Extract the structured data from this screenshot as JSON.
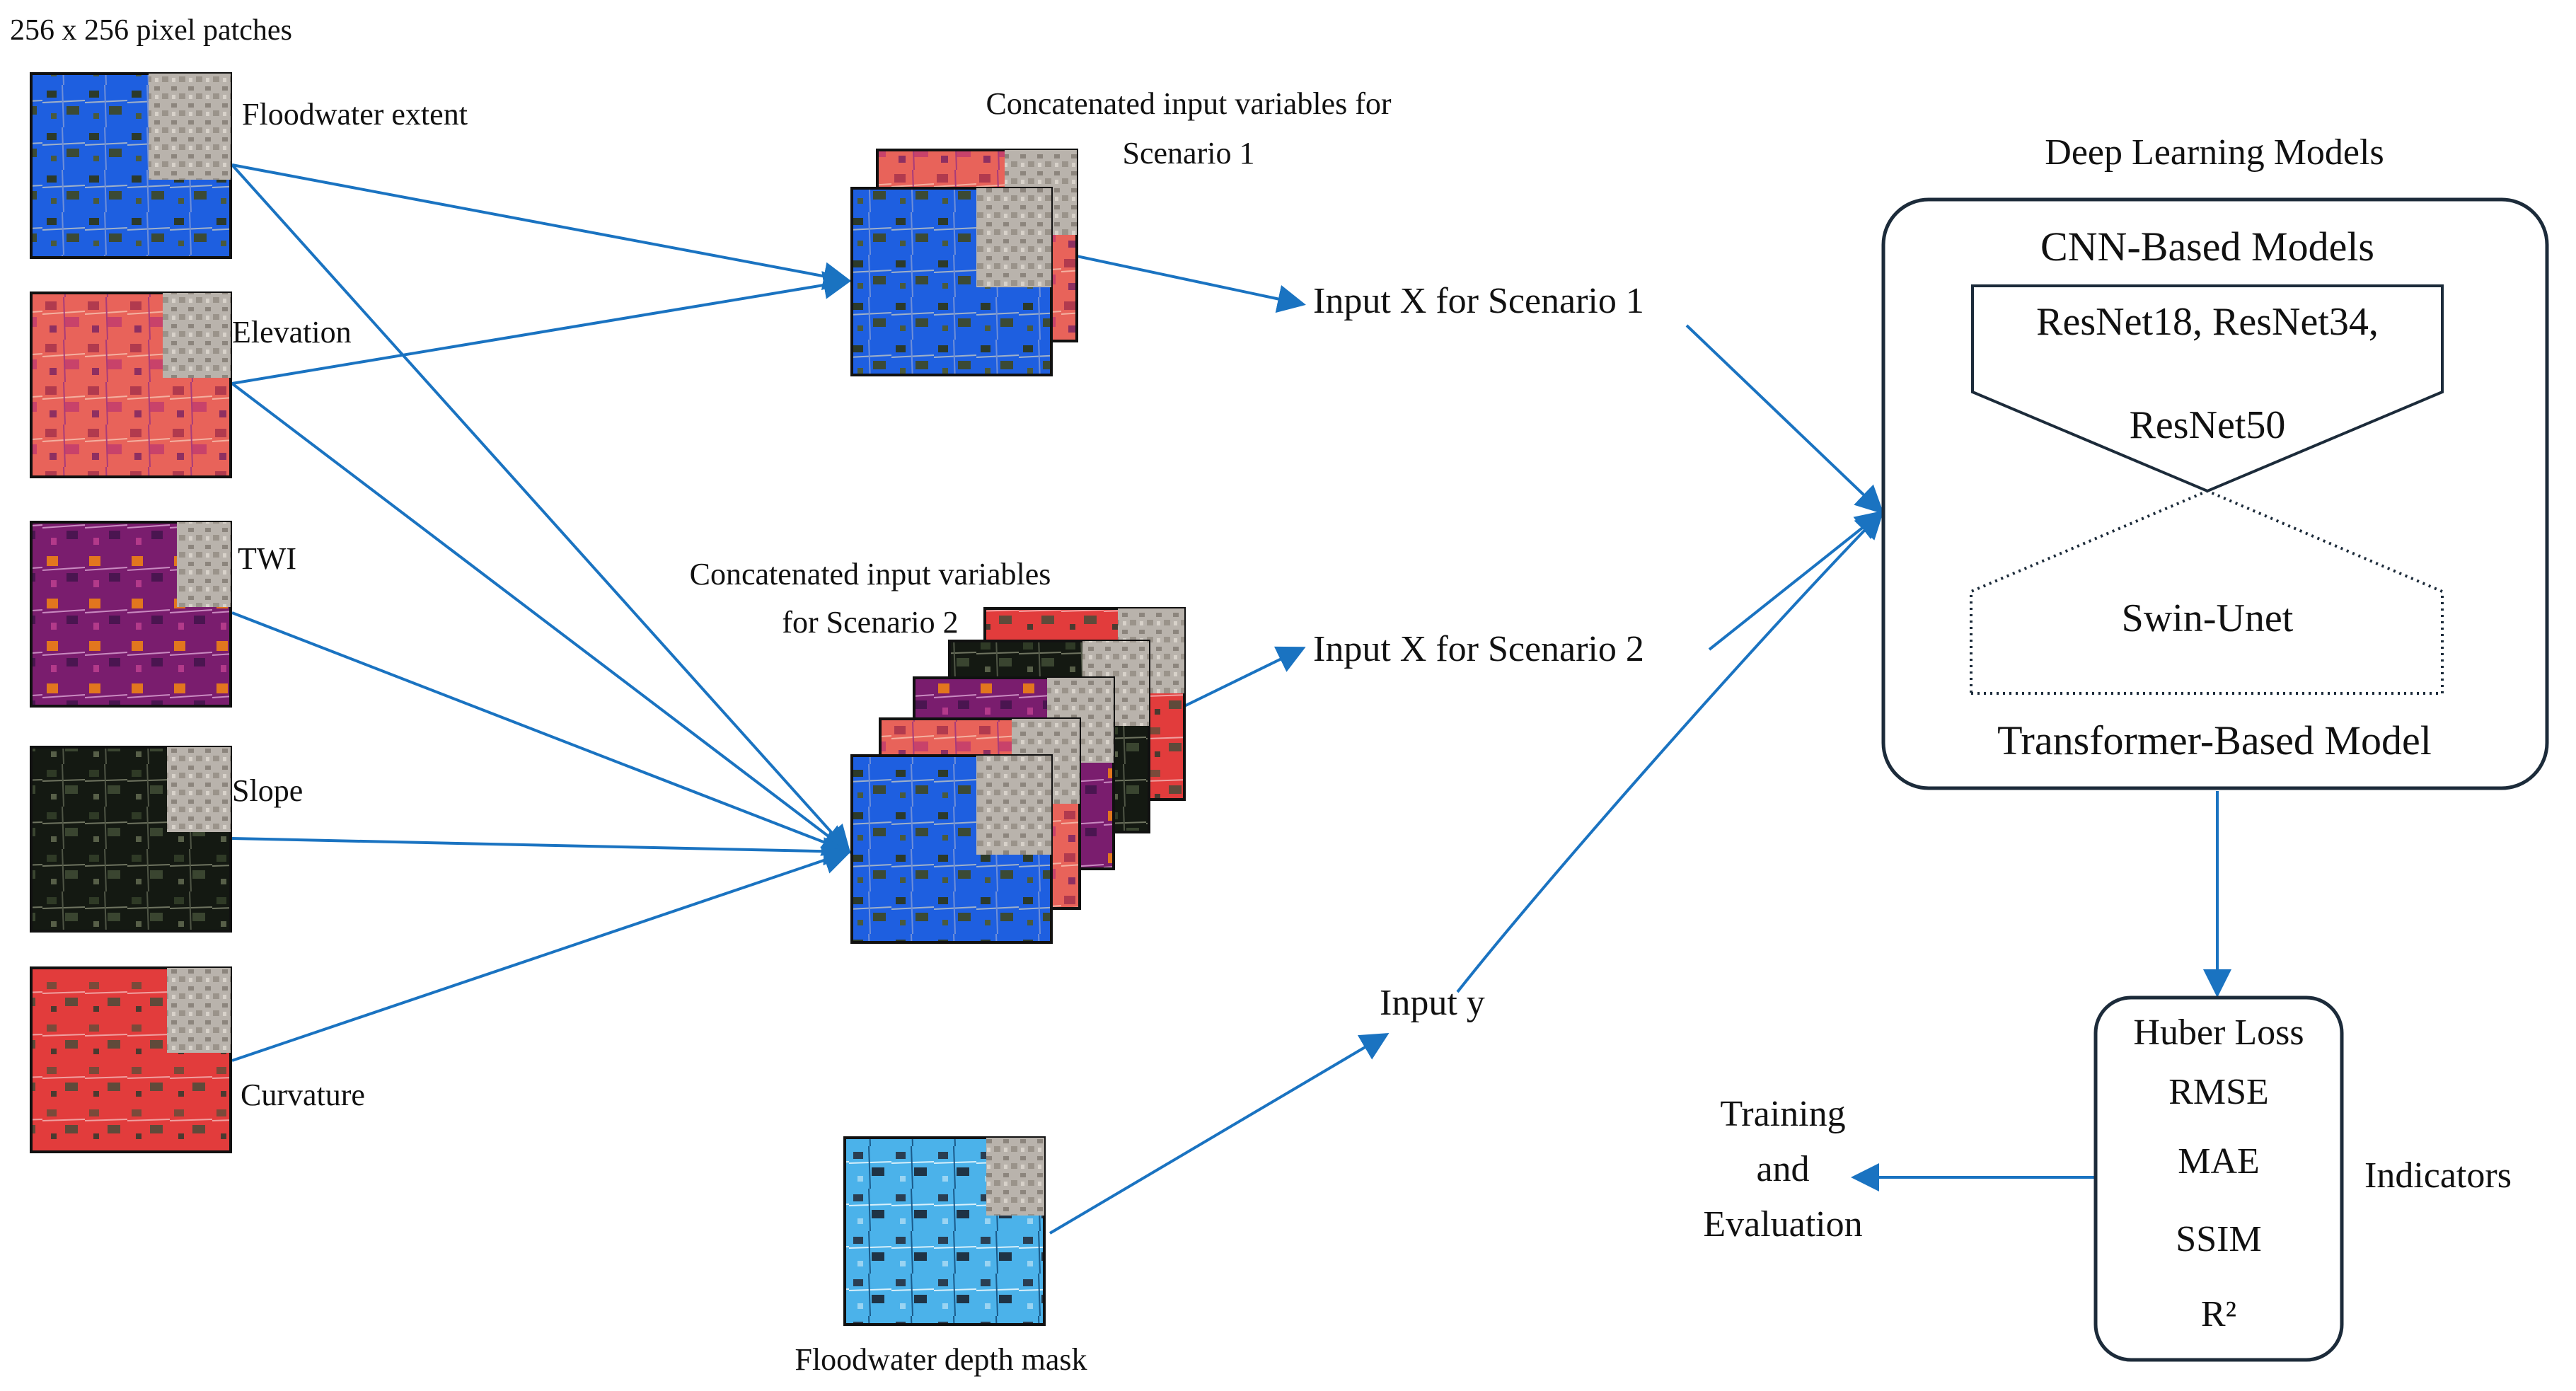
{
  "header_label": "256 x 256 pixel patches",
  "inputs": [
    {
      "label": "Floodwater extent",
      "theme": "flood"
    },
    {
      "label": "Elevation",
      "theme": "elevation"
    },
    {
      "label": "TWI",
      "theme": "twi"
    },
    {
      "label": "Slope",
      "theme": "slope"
    },
    {
      "label": "Curvature",
      "theme": "curvature"
    }
  ],
  "scenario1": {
    "stack_title": "Concatenated input variables for\nScenario 1",
    "input_label": "Input X for Scenario 1"
  },
  "scenario2": {
    "stack_title": "Concatenated input variables\nfor Scenario 2",
    "input_label": "Input X for Scenario 2"
  },
  "depth_mask": {
    "label": "Floodwater depth mask"
  },
  "input_y": "Input y",
  "models": {
    "section_title": "Deep Learning Models",
    "cnn_title": "CNN-Based Models",
    "cnn_models": "ResNet18, ResNet34,\nResNet50",
    "transformer_model": "Swin-Unet",
    "transformer_title": "Transformer-Based Model"
  },
  "indicators": {
    "title": "Indicators",
    "items": [
      "Huber Loss",
      "RMSE",
      "MAE",
      "SSIM",
      "R²"
    ]
  },
  "output": "Training\nand\nEvaluation",
  "colors": {
    "arrow": "#1a73c1",
    "box": "#1c2b3a",
    "flood": "#1e5fe0",
    "elevation": "#e8635a",
    "twi": "#8a1f7a",
    "slope": "#151a14",
    "curvature": "#e23c3c",
    "mask": "#3aa8e6"
  }
}
